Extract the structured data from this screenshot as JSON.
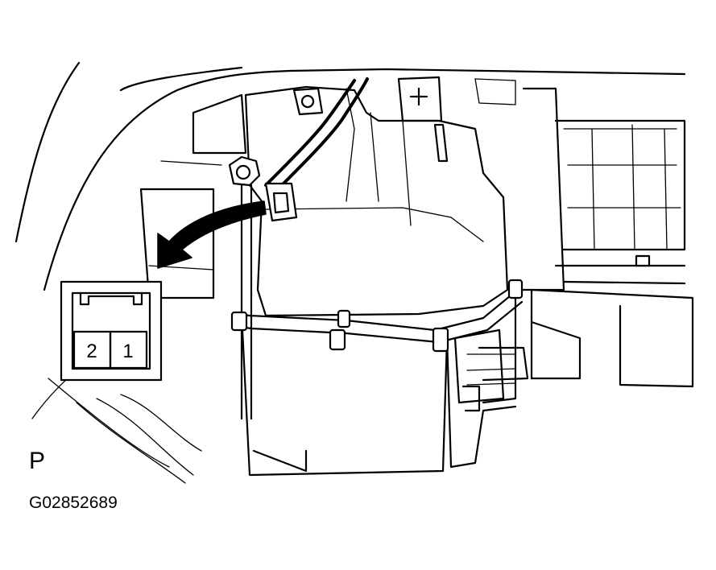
{
  "diagram": {
    "figure_id": "G02852689",
    "view_code": "P",
    "connector": {
      "pins": [
        "2",
        "1"
      ]
    }
  }
}
